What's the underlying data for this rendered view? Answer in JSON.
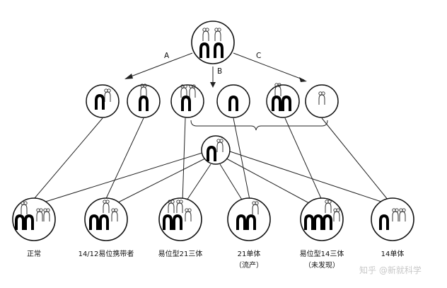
{
  "arrows": {
    "a": "A",
    "b": "B",
    "c": "C"
  },
  "outcomes": [
    {
      "label": "正常",
      "sub": ""
    },
    {
      "label": "14/12易位携带者",
      "sub": ""
    },
    {
      "label": "易位型21三体",
      "sub": ""
    },
    {
      "label": "21单体",
      "sub": "（流产）"
    },
    {
      "label": "易位型14三体",
      "sub": "（未发现）"
    },
    {
      "label": "14单体",
      "sub": ""
    }
  ],
  "watermark": "知乎 @新就科学"
}
